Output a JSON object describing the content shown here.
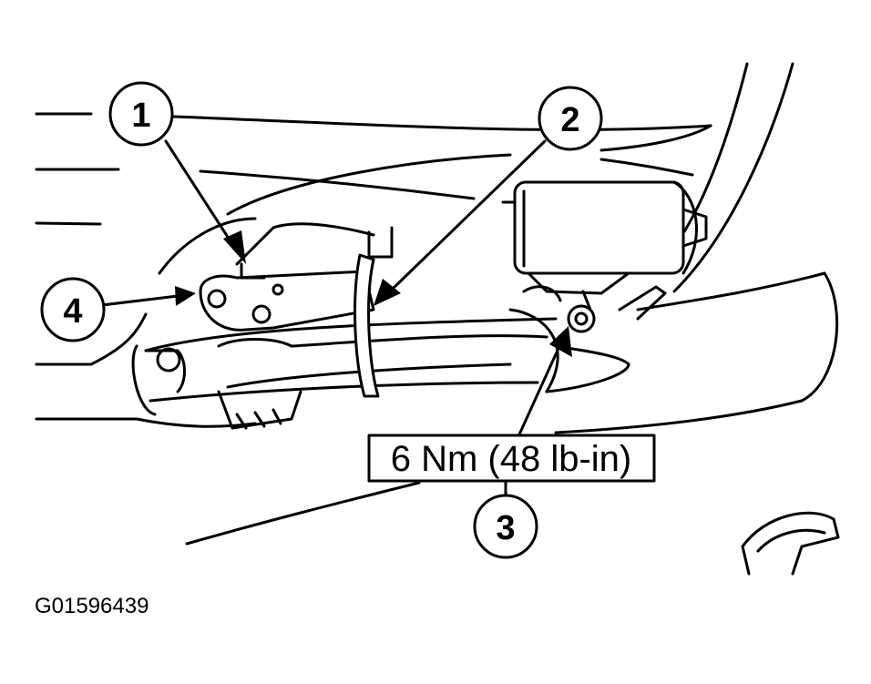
{
  "callouts": [
    {
      "number": "1"
    },
    {
      "number": "2"
    },
    {
      "number": "3"
    },
    {
      "number": "4"
    }
  ],
  "torque_spec": "6 Nm (48 lb-in)",
  "figure_id": "G01596439",
  "colors": {
    "line": "#000000",
    "background": "#ffffff"
  }
}
